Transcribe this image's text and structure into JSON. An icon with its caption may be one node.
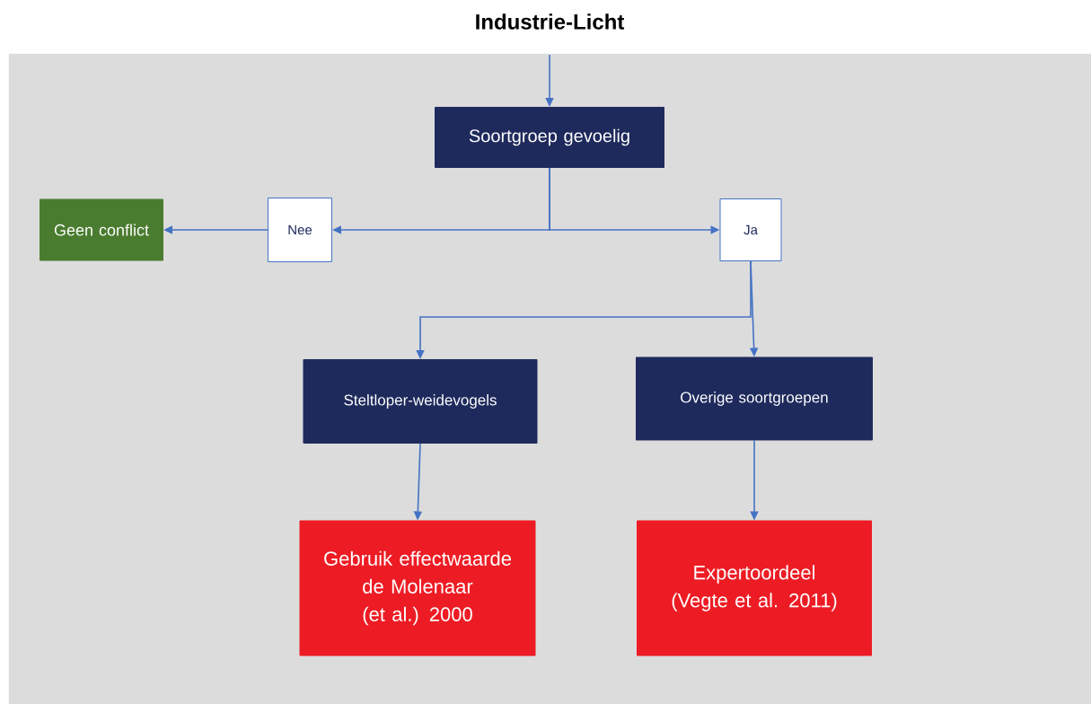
{
  "diagram": {
    "title": "Industrie-Licht",
    "nodes": [
      {
        "text": [
          "Soortgroep gevoelig"
        ]
      },
      {
        "text": [
          "Geen conflict"
        ]
      },
      {
        "text": [
          "Nee"
        ]
      },
      {
        "text": [
          "Ja"
        ]
      },
      {
        "text": [
          "Steltloper-weidevogels"
        ]
      },
      {
        "text": [
          "Overige soortgroepen"
        ]
      },
      {
        "text": [
          "Gebruik effectwaarde de Molenaar (et al.) 2000"
        ]
      },
      {
        "text": [
          "Expertoordeel (Vegte et al. 2011)"
        ]
      }
    ],
    "edges": [
      {
        "from": null,
        "to": 0,
        "arrow": "to"
      },
      {
        "from": 0,
        "to": 2,
        "arrow": "to"
      },
      {
        "from": 0,
        "to": 3,
        "arrow": "to"
      },
      {
        "from": 2,
        "to": 1,
        "arrow": "to"
      },
      {
        "from": 3,
        "to": 4,
        "arrow": "to"
      },
      {
        "from": 3,
        "to": 5,
        "arrow": "to"
      },
      {
        "from": 4,
        "to": 6,
        "arrow": "to"
      },
      {
        "from": 5,
        "to": 7,
        "arrow": "to"
      }
    ]
  }
}
